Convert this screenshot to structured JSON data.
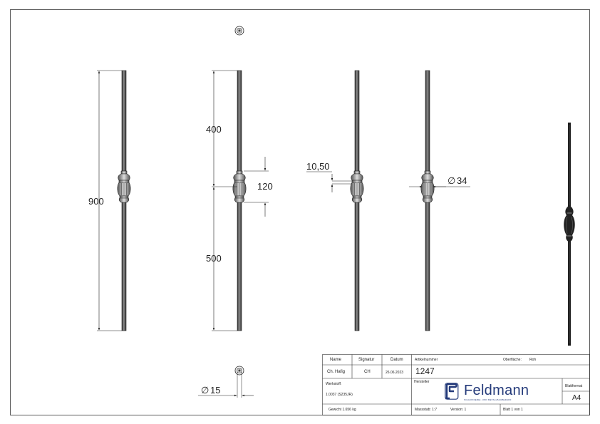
{
  "dimensions": {
    "total_height": "900",
    "upper_length": "400",
    "lower_length": "500",
    "knuckle_length": "120",
    "step_height": "10,50",
    "knuckle_diameter": "34",
    "bar_diameter": "15",
    "diameter_symbol": "∅"
  },
  "title_block": {
    "name_header": "Name",
    "signature_header": "Signatur",
    "date_header": "Datum",
    "name": "Ch. Hafig",
    "signature": "CH",
    "date": "26.06.2023",
    "article_number_label": "Artikelnummer",
    "article_number": "1247",
    "surface_label": "Oberfläche:",
    "surface": "Roh",
    "material_label": "Werkstoff:",
    "material": "1.0037 (S235JR)",
    "manufacturer_label": "Hersteller",
    "logo_name": "Feldmann",
    "logo_tagline": "SCHLOSSEREI- UND METALLBAUBEDARF",
    "sheet_format_label": "Blattformat",
    "sheet_format": "A4",
    "weight": "Gewicht 1.656 kg",
    "scale": "Massstab: 1:7",
    "version": "Version: 1",
    "sheet": "Blatt 1 von 1"
  },
  "colors": {
    "line": "#222222",
    "bar_dark": "#3a3a3a",
    "bar_light": "#7a7a7a",
    "logo": "#243a7a"
  }
}
